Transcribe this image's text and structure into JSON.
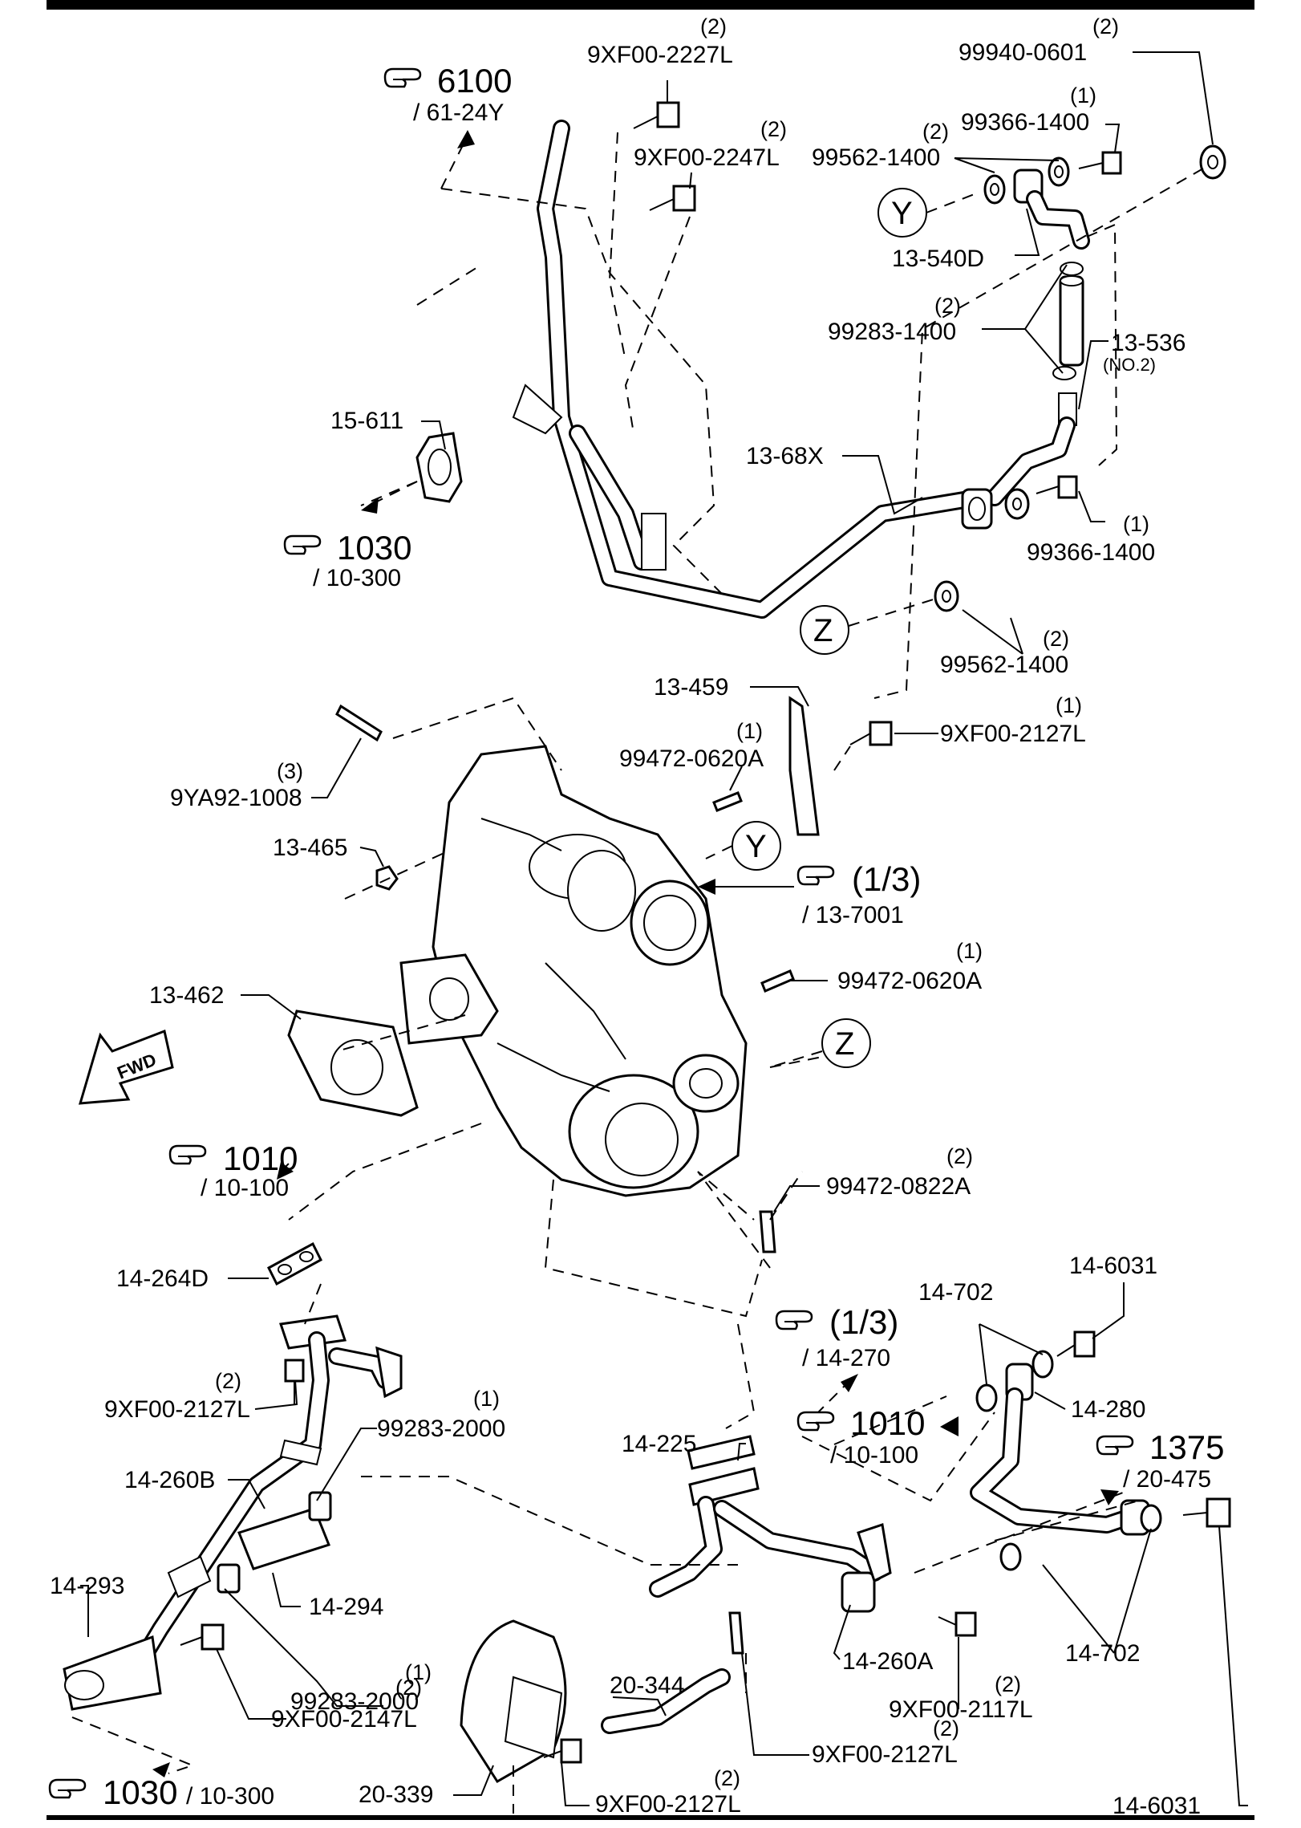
{
  "parts": {
    "p1": {
      "num": "9XF00-2227L",
      "qty": "(2)"
    },
    "p2": {
      "num": "99940-0601",
      "qty": "(2)"
    },
    "p3": {
      "num": "99366-1400",
      "qty": "(1)"
    },
    "p4": {
      "num": "99562-1400",
      "qty": "(2)"
    },
    "p5": {
      "num": "9XF00-2247L",
      "qty": "(2)"
    },
    "p6": {
      "num": "13-540D"
    },
    "p7": {
      "num": "99283-1400",
      "qty": "(2)"
    },
    "p8": {
      "num": "13-536"
    },
    "p8b": {
      "note": "(NO.2)"
    },
    "p9": {
      "num": "15-611"
    },
    "p10": {
      "num": "13-68X"
    },
    "p11": {
      "num": "99366-1400",
      "qty": "(1)"
    },
    "p12": {
      "num": "99562-1400",
      "qty": "(2)"
    },
    "p13": {
      "num": "13-459"
    },
    "p14": {
      "num": "99472-0620A",
      "qty": "(1)"
    },
    "p15": {
      "num": "9XF00-2127L",
      "qty": "(1)"
    },
    "p16": {
      "num": "9YA92-1008",
      "qty": "(3)"
    },
    "p17": {
      "num": "13-465"
    },
    "p18": {
      "num": "99472-0620A",
      "qty": "(1)"
    },
    "p19": {
      "num": "13-462"
    },
    "p20": {
      "num": "99472-0822A",
      "qty": "(2)"
    },
    "p21": {
      "num": "14-264D"
    },
    "p22": {
      "num": "14-6031"
    },
    "p23": {
      "num": "14-702"
    },
    "p24": {
      "num": "14-280"
    },
    "p25": {
      "num": "9XF00-2127L",
      "qty": "(2)"
    },
    "p26": {
      "num": "99283-2000",
      "qty": "(1)"
    },
    "p27": {
      "num": "14-225"
    },
    "p28": {
      "num": "14-260B"
    },
    "p29": {
      "num": "14-293"
    },
    "p30": {
      "num": "14-294"
    },
    "p31": {
      "num": "99283-2000",
      "qty": "(1)"
    },
    "p32": {
      "num": "14-702"
    },
    "p33": {
      "num": "14-260A"
    },
    "p34": {
      "num": "20-344"
    },
    "p35": {
      "num": "9XF00-2147L",
      "qty": "(2)"
    },
    "p36": {
      "num": "9XF00-2117L",
      "qty": "(2)"
    },
    "p37": {
      "num": "14-6031"
    },
    "p38": {
      "num": "20-339"
    },
    "p39": {
      "num": "9XF00-2127L",
      "qty": "(2)"
    },
    "p40": {
      "num": "9XF00-2127L",
      "qty": "(2)"
    }
  },
  "refs": {
    "r6100": {
      "main": "6100",
      "sub": "/ 61-24Y"
    },
    "r1030a": {
      "main": "1030",
      "sub": "/ 10-300"
    },
    "r13": {
      "main": "(1/3)",
      "sub": "/ 13-7001"
    },
    "r1010a": {
      "main": "1010",
      "sub": "/ 10-100"
    },
    "r14": {
      "main": "(1/3)",
      "sub": "/ 14-270"
    },
    "r1010b": {
      "main": "1010",
      "sub": "/ 10-100"
    },
    "r1375": {
      "main": "1375",
      "sub": "/ 20-475"
    },
    "r1030b": {
      "main": "1030",
      "sub": "/ 10-300"
    }
  },
  "callouts": {
    "y": "Y",
    "z": "Z"
  },
  "fwd": "FWD"
}
